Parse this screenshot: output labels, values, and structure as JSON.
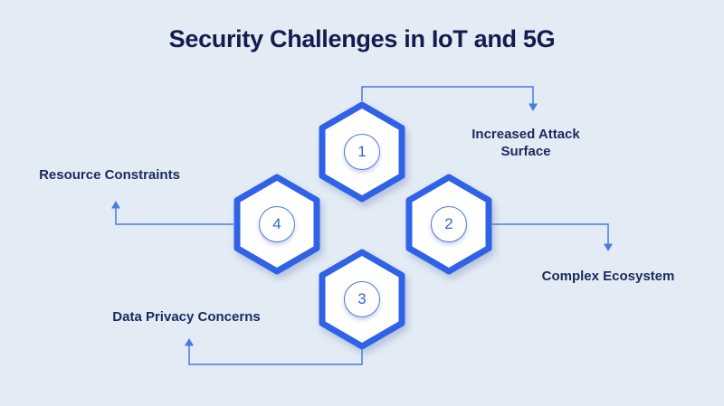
{
  "title": "Security Challenges in IoT and 5G",
  "diagram": {
    "type": "hexagon-infographic",
    "items": [
      {
        "number": "1",
        "label": "Increased Attack Surface",
        "label_position": "top-right"
      },
      {
        "number": "2",
        "label": "Complex Ecosystem",
        "label_position": "right"
      },
      {
        "number": "3",
        "label": "Data Privacy Concerns",
        "label_position": "bottom-left"
      },
      {
        "number": "4",
        "label": "Resource Constraints",
        "label_position": "left"
      }
    ]
  },
  "colors": {
    "background": "#e3ebf4",
    "title_text": "#131c4e",
    "label_text": "#1b2a5e",
    "hexagon_border": "#2f62e6",
    "hexagon_fill": "#ffffff",
    "circle_border": "#4d79e4",
    "number_text": "#3765d8",
    "connector_line": "#4c7be0"
  }
}
